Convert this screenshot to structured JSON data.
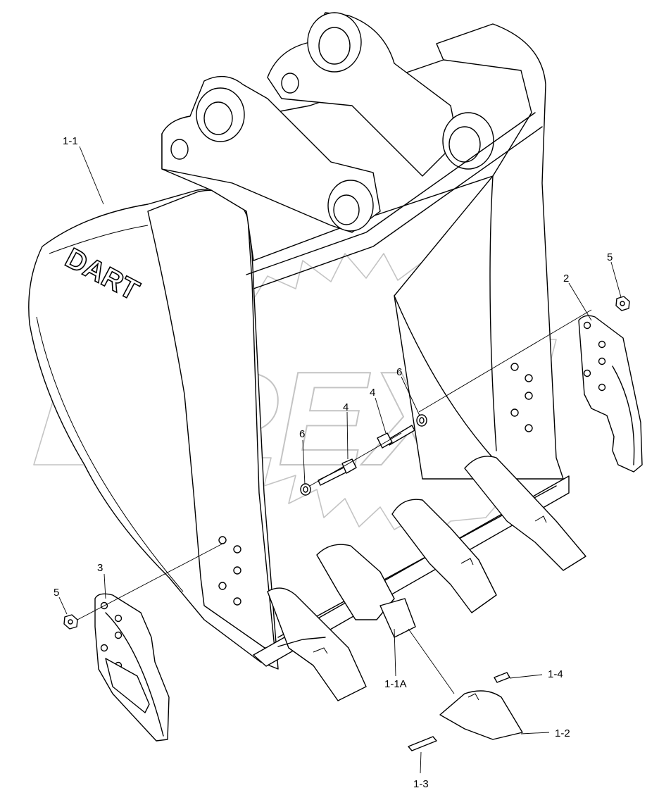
{
  "brand_logo": "DART",
  "watermark": "OPEX",
  "callouts": {
    "bucket": "1-1",
    "adapter": "1-1A",
    "tooth": "1-2",
    "pin": "1-3",
    "lock": "1-4",
    "right_side_cutter": "2",
    "left_side_cutter": "3",
    "bolt_center": "4",
    "bolt_right": "4",
    "nut_right": "5",
    "nut_left": "5",
    "washer_center": "6",
    "washer_right": "6"
  }
}
